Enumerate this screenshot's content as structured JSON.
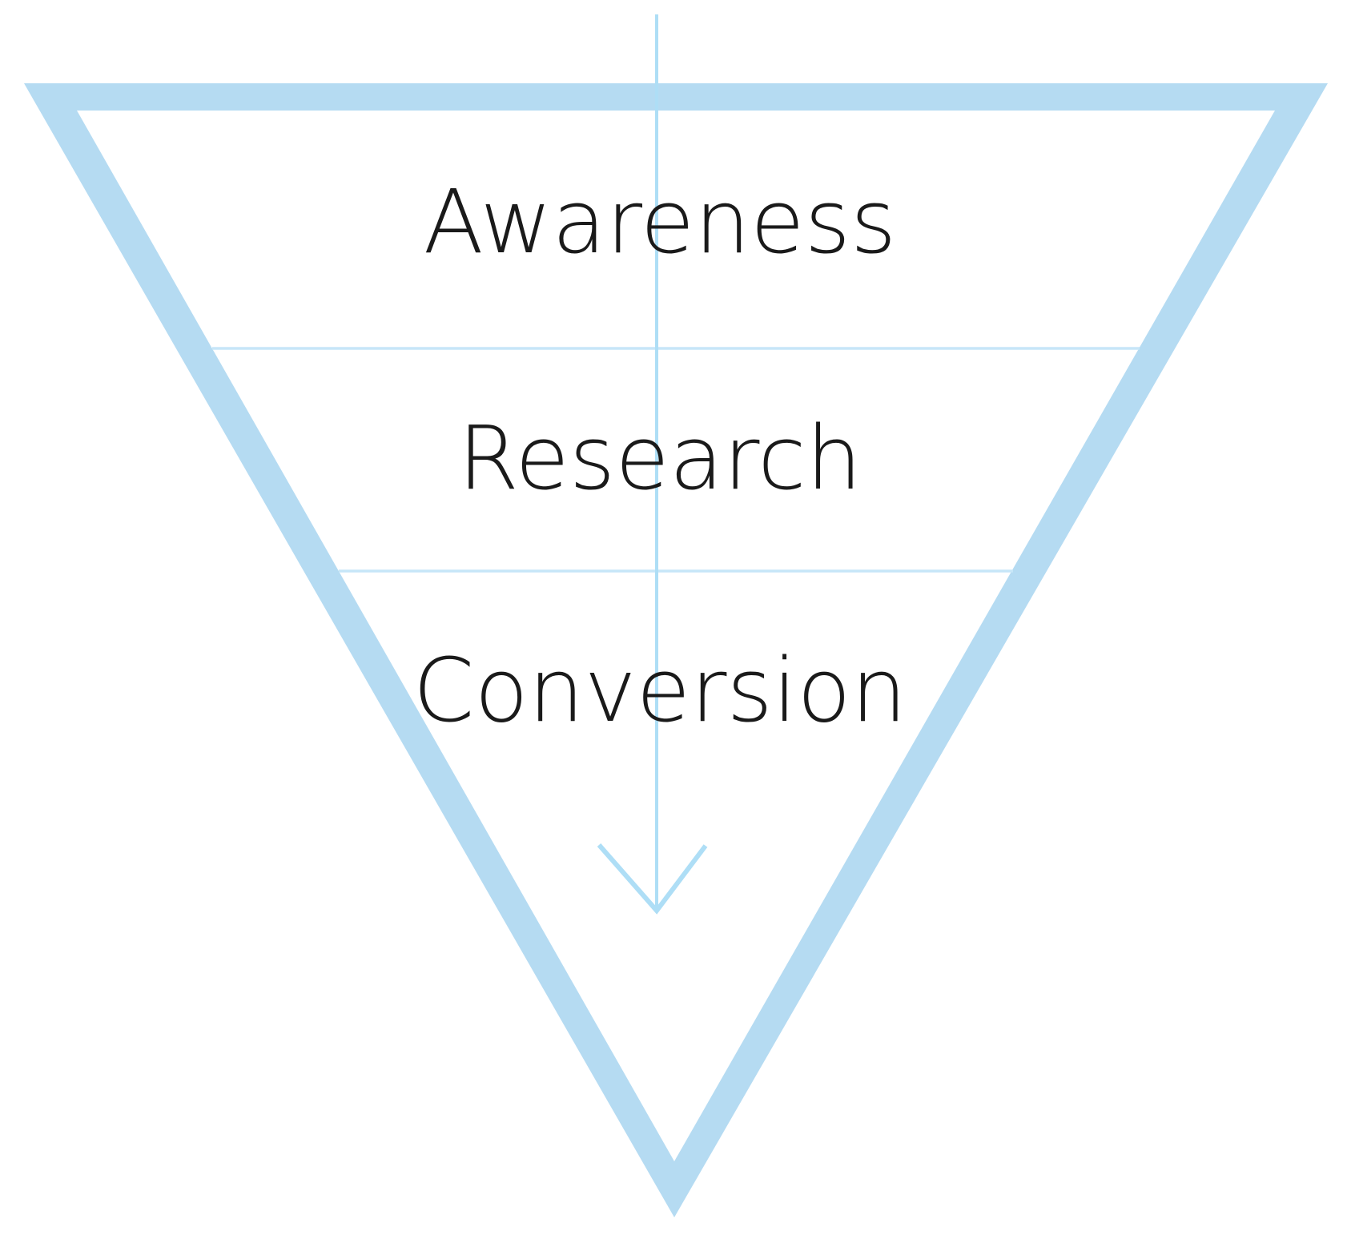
{
  "diagram": {
    "type": "funnel",
    "direction": "top-to-bottom",
    "stages": [
      {
        "label": "Awareness"
      },
      {
        "label": "Research"
      },
      {
        "label": "Conversion"
      }
    ]
  },
  "icons": {
    "flow_arrow": "down-arrow-icon"
  },
  "colors": {
    "background": "#FFFFFF",
    "funnel_border": "#B5DBF2",
    "inner_fill": "#FFFFFF",
    "divider_line": "#C7E6F8",
    "arrow_line": "#AEDEF6",
    "label_text": "#1A1A1A"
  }
}
